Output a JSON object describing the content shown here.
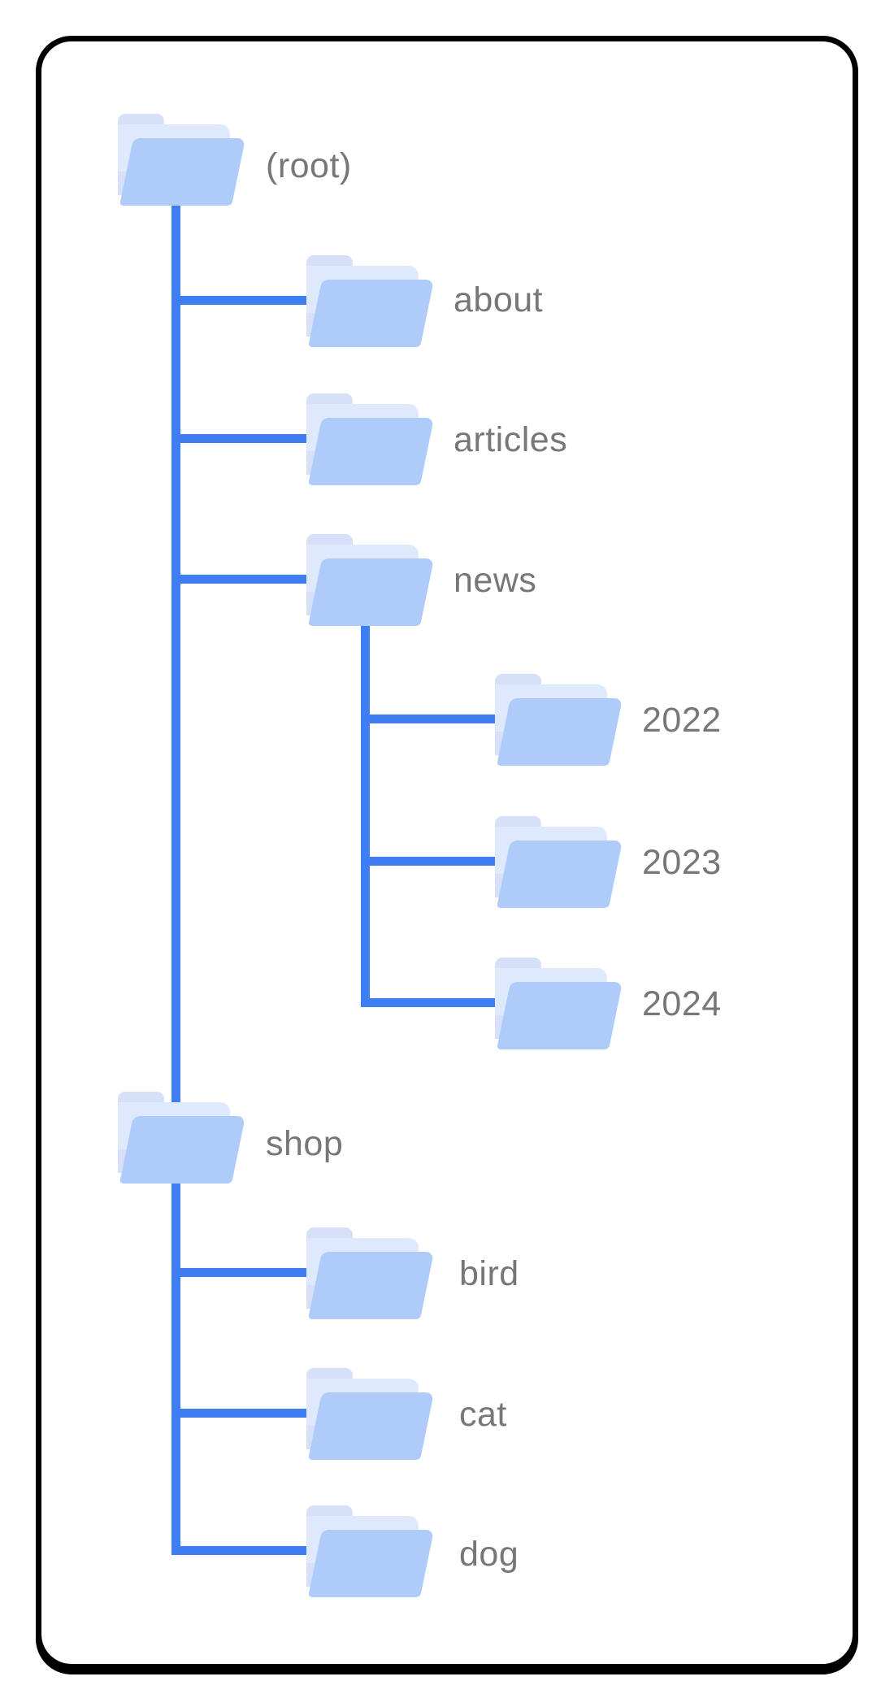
{
  "diagram": {
    "type": "site-folder-hierarchy-tree",
    "colors": {
      "connector_line": "#3E7DF2",
      "label_text": "#777777",
      "card_border": "#000000",
      "folder_front": "#AECBFA",
      "folder_back_sheet": "#DEE9FD",
      "folder_back_tab": "#D6E1F9",
      "background": "#FFFFFF"
    },
    "nodes": [
      {
        "id": "root",
        "label": "(root)",
        "parent": null,
        "depth": 0
      },
      {
        "id": "about",
        "label": "about",
        "parent": "root",
        "depth": 1
      },
      {
        "id": "articles",
        "label": "articles",
        "parent": "root",
        "depth": 1
      },
      {
        "id": "news",
        "label": "news",
        "parent": "root",
        "depth": 1
      },
      {
        "id": "2022",
        "label": "2022",
        "parent": "news",
        "depth": 2
      },
      {
        "id": "2023",
        "label": "2023",
        "parent": "news",
        "depth": 2
      },
      {
        "id": "2024",
        "label": "2024",
        "parent": "news",
        "depth": 2
      },
      {
        "id": "shop",
        "label": "shop",
        "parent": "root",
        "depth": 1
      },
      {
        "id": "bird",
        "label": "bird",
        "parent": "shop",
        "depth": 2
      },
      {
        "id": "cat",
        "label": "cat",
        "parent": "shop",
        "depth": 2
      },
      {
        "id": "dog",
        "label": "dog",
        "parent": "shop",
        "depth": 2
      }
    ]
  }
}
